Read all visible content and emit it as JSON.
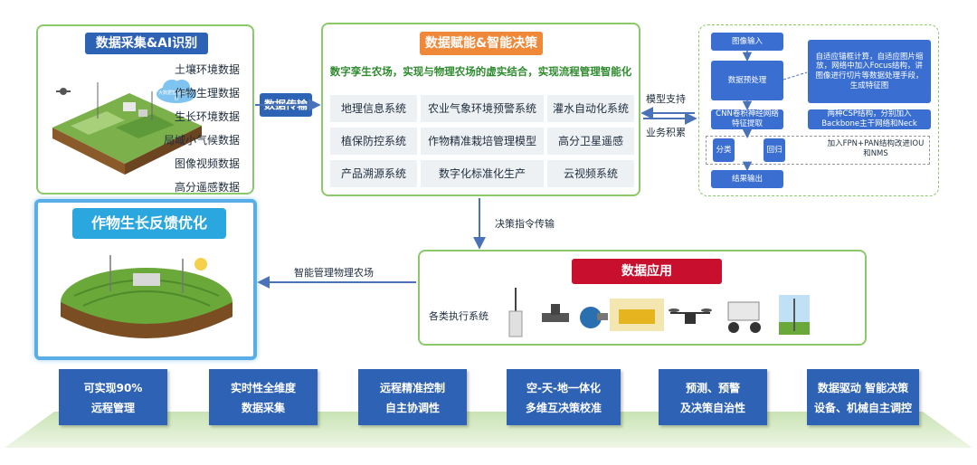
{
  "collect": {
    "title": "数据采集&AI识别",
    "items": [
      "土壤环境数据",
      "作物生理数据",
      "生长环境数据",
      "局域小气候数据",
      "图像视频数据",
      "高分遥感数据"
    ],
    "cloud_text": "大数据智慧农业平台"
  },
  "transmit_label": "数据传输",
  "decision": {
    "title": "数据赋能&智能决策",
    "subtitle": "数字孪生农场，实现与物理农场的虚实结合，实现流程管理智能化",
    "cells": [
      [
        "地理信息系统",
        "农业气象环境预警系统",
        "灌水自动化系统"
      ],
      [
        "植保防控系统",
        "作物精准栽培管理模型",
        "高分卫星遥感"
      ],
      [
        "产品溯源系统",
        "数字化标准化生产",
        "云视频系统"
      ]
    ]
  },
  "model_support_label": "模型支持",
  "business_label": "业务积累",
  "ai": {
    "input": "图像输入",
    "preprocess": "数据预处理",
    "preprocess_note": "自适应锚框计算，自适应图片缩放，网络中加入Focus结构，讲图像进行切片等数据处理手段，生成特征图",
    "cnn": "CNN卷积神经网络特征提取",
    "cnn_note": "两种CSP结构，分别加入Backbone主干网络和Neck",
    "classify": "分类",
    "regress": "回归",
    "head_note": "加入FPN+PAN结构改进IOU和NMS",
    "output": "结果输出"
  },
  "command_label": "决策指令传输",
  "feedback": {
    "title": "作物生长反馈优化"
  },
  "manage_label": "智能管理物理农场",
  "application": {
    "title": "数据应用",
    "exec_label": "各类执行系统"
  },
  "features": [
    {
      "line1": "可实现90%",
      "line2": "远程管理"
    },
    {
      "line1": "实时性全维度",
      "line2": "数据采集"
    },
    {
      "line1": "远程精准控制",
      "line2": "自主协调性"
    },
    {
      "line1": "空-天-地一体化",
      "line2": "多维互决策校准"
    },
    {
      "line1": "预测、预警",
      "line2": "及决策自治性"
    },
    {
      "line1": "数据驱动 智能决策",
      "line2": "设备、机械自主调控"
    }
  ],
  "colors": {
    "accent_blue": "#2e62b5",
    "green_border": "#8cc96a",
    "orange": "#f0883a",
    "red": "#c8102e"
  }
}
